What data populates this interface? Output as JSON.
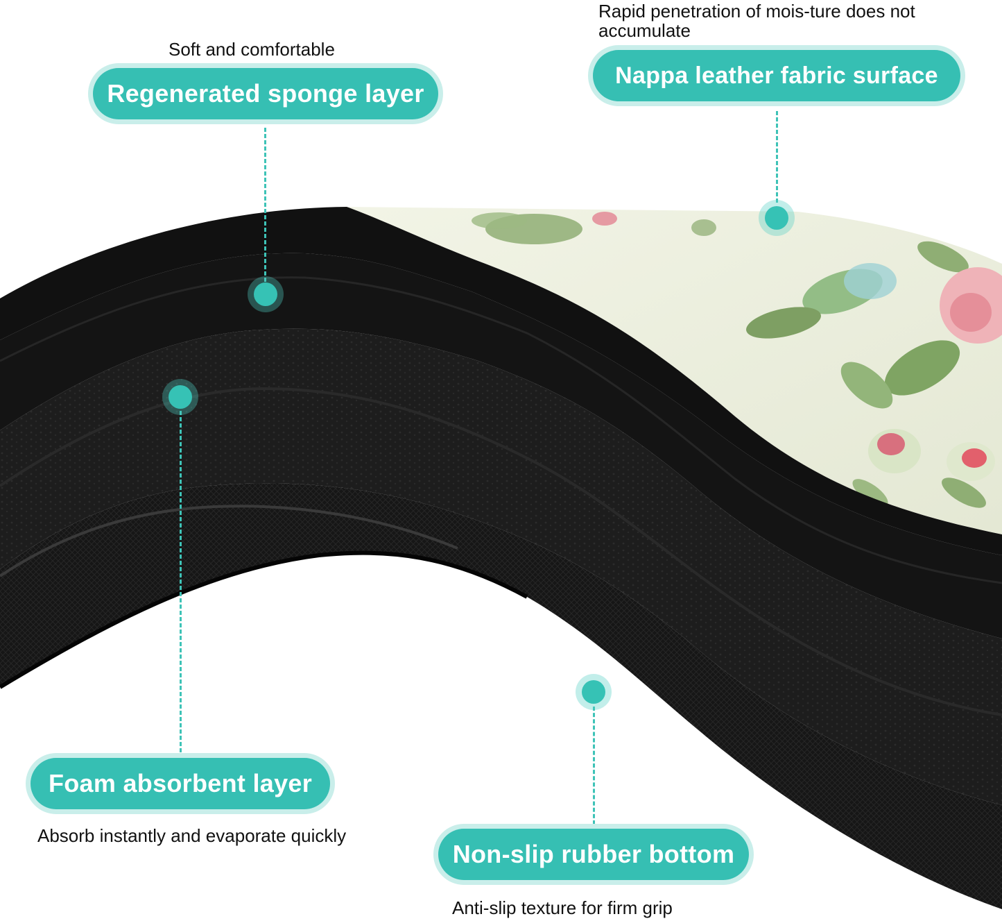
{
  "image": {
    "subject": "cross-section of layered cushion mat",
    "colors": {
      "accent": "#36bfb3",
      "accent_halo": "#c9eeea",
      "rubber": "#151515",
      "fabric": "#eef0e1",
      "rose": "#e7a3aa",
      "leaf": "#8cab72"
    }
  },
  "callouts": {
    "sponge": {
      "caption": "Soft and comfortable",
      "label": "Regenerated sponge layer"
    },
    "nappa": {
      "caption": "Rapid penetration of mois-ture does not accumulate",
      "label": "Nappa leather fabric surface"
    },
    "foam": {
      "label": "Foam absorbent layer",
      "caption": "Absorb instantly and evaporate quickly"
    },
    "rubber": {
      "label": "Non-slip rubber bottom",
      "caption": "Anti-slip texture for firm grip"
    }
  }
}
